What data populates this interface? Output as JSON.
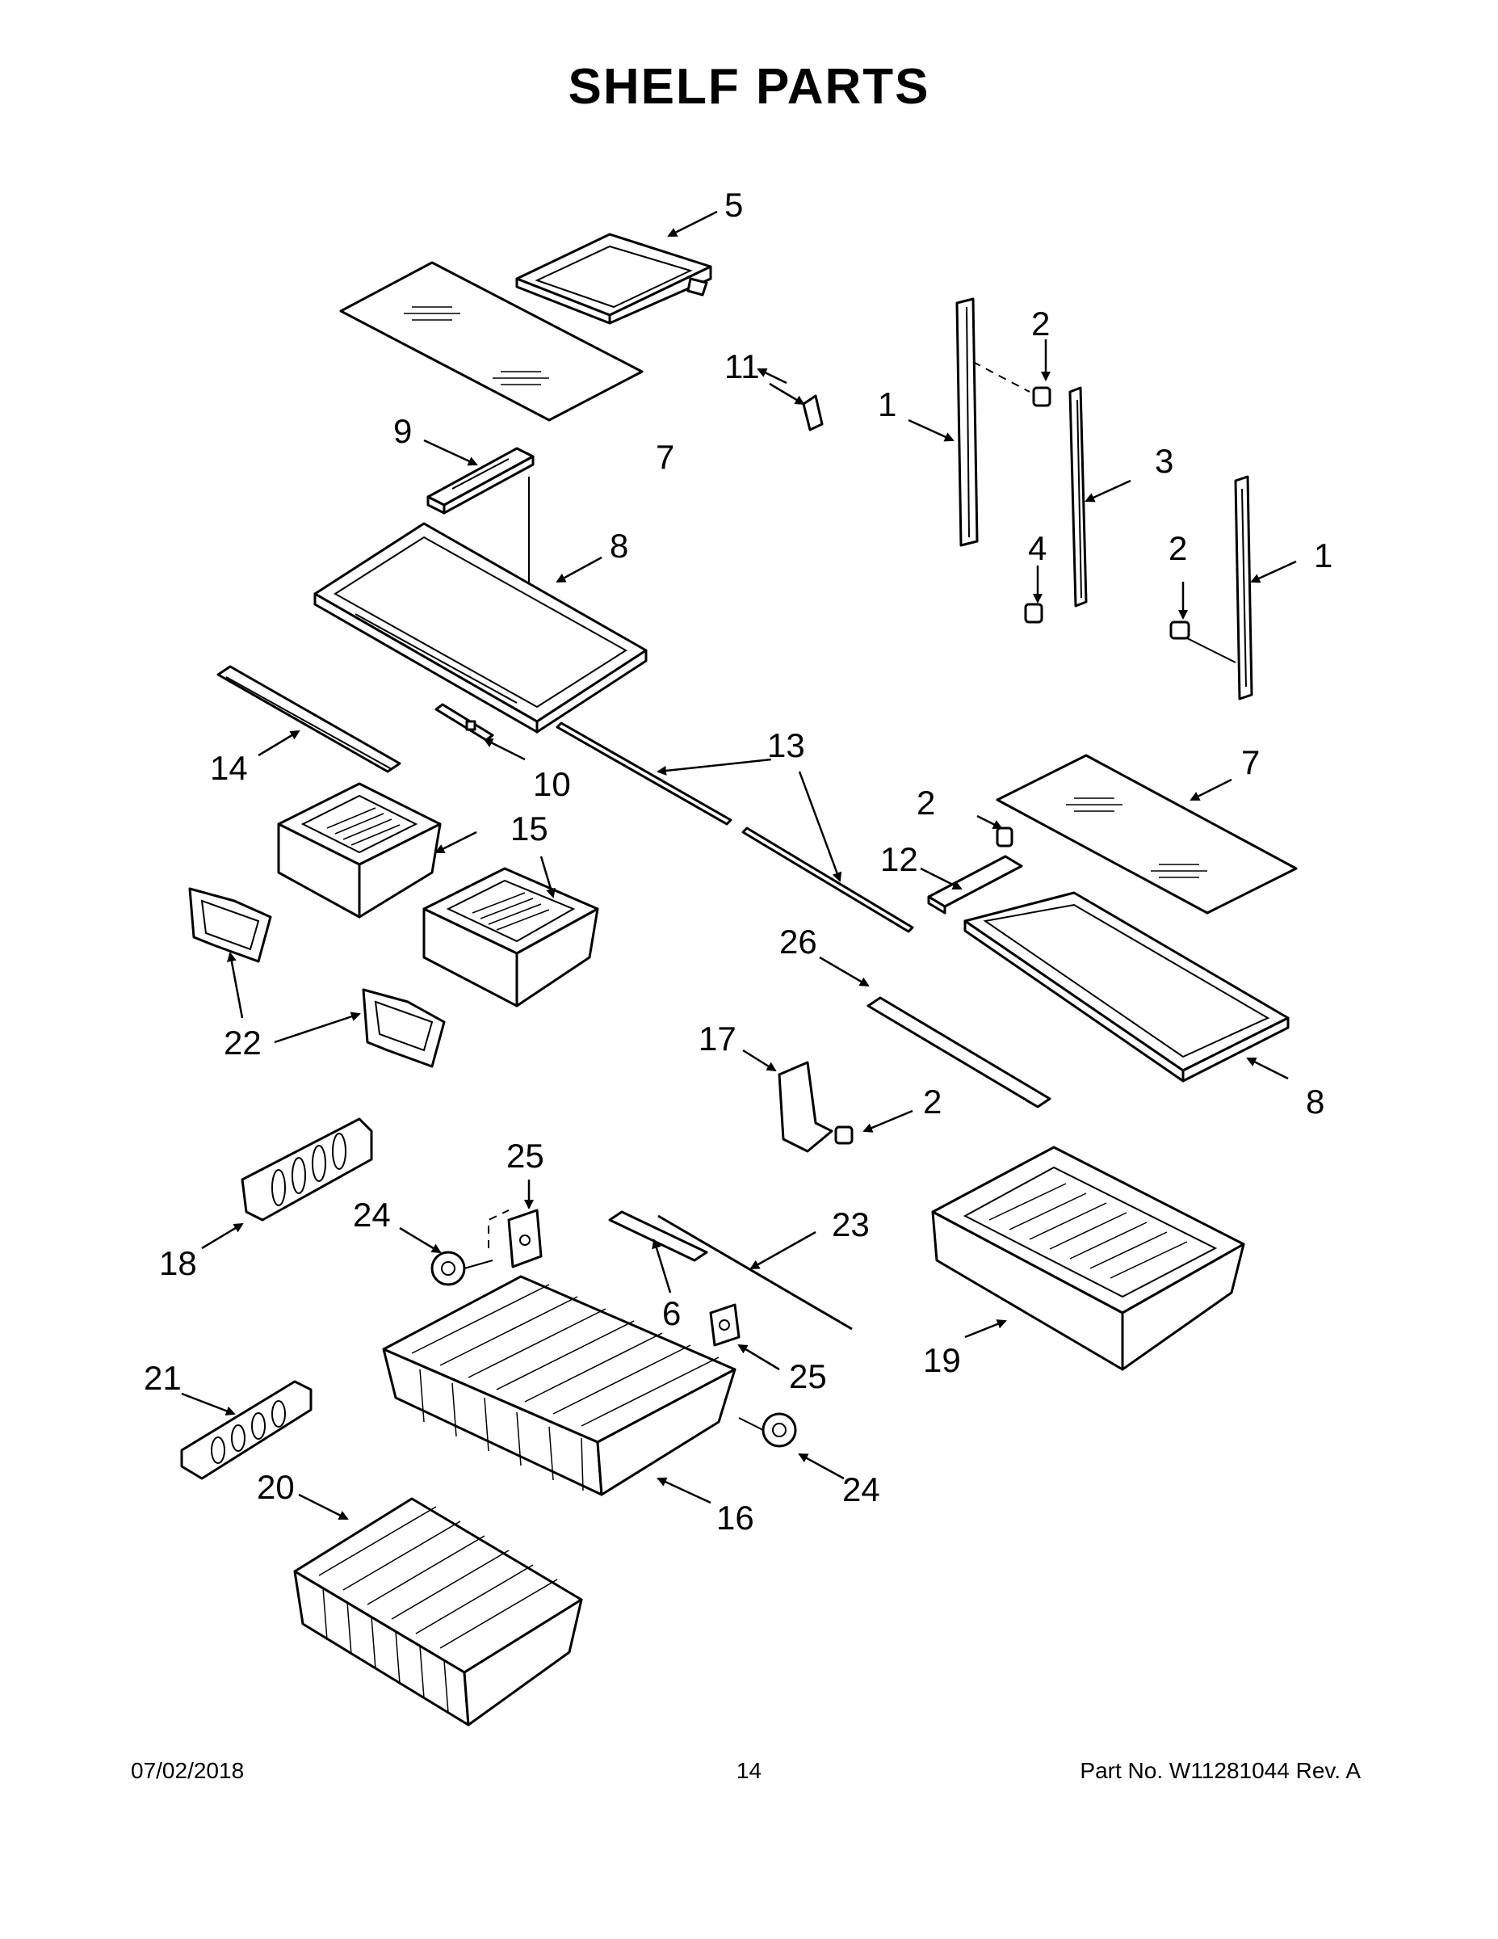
{
  "title": "SHELF PARTS",
  "footer": {
    "date": "07/02/2018",
    "page": "14",
    "part_number": "Part No.  W11281044  Rev.  A"
  },
  "callouts": {
    "c1a": "1",
    "c1b": "1",
    "c2a": "2",
    "c2b": "2",
    "c2c": "2",
    "c2d": "2",
    "c3": "3",
    "c4": "4",
    "c5": "5",
    "c6": "6",
    "c7a": "7",
    "c7b": "7",
    "c8a": "8",
    "c8b": "8",
    "c9": "9",
    "c10": "10",
    "c11": "11",
    "c12": "12",
    "c13": "13",
    "c14": "14",
    "c15": "15",
    "c16": "16",
    "c17": "17",
    "c18": "18",
    "c19": "19",
    "c20": "20",
    "c21": "21",
    "c22": "22",
    "c23": "23",
    "c24a": "24",
    "c24b": "24",
    "c25a": "25",
    "c25b": "25",
    "c26": "26"
  }
}
